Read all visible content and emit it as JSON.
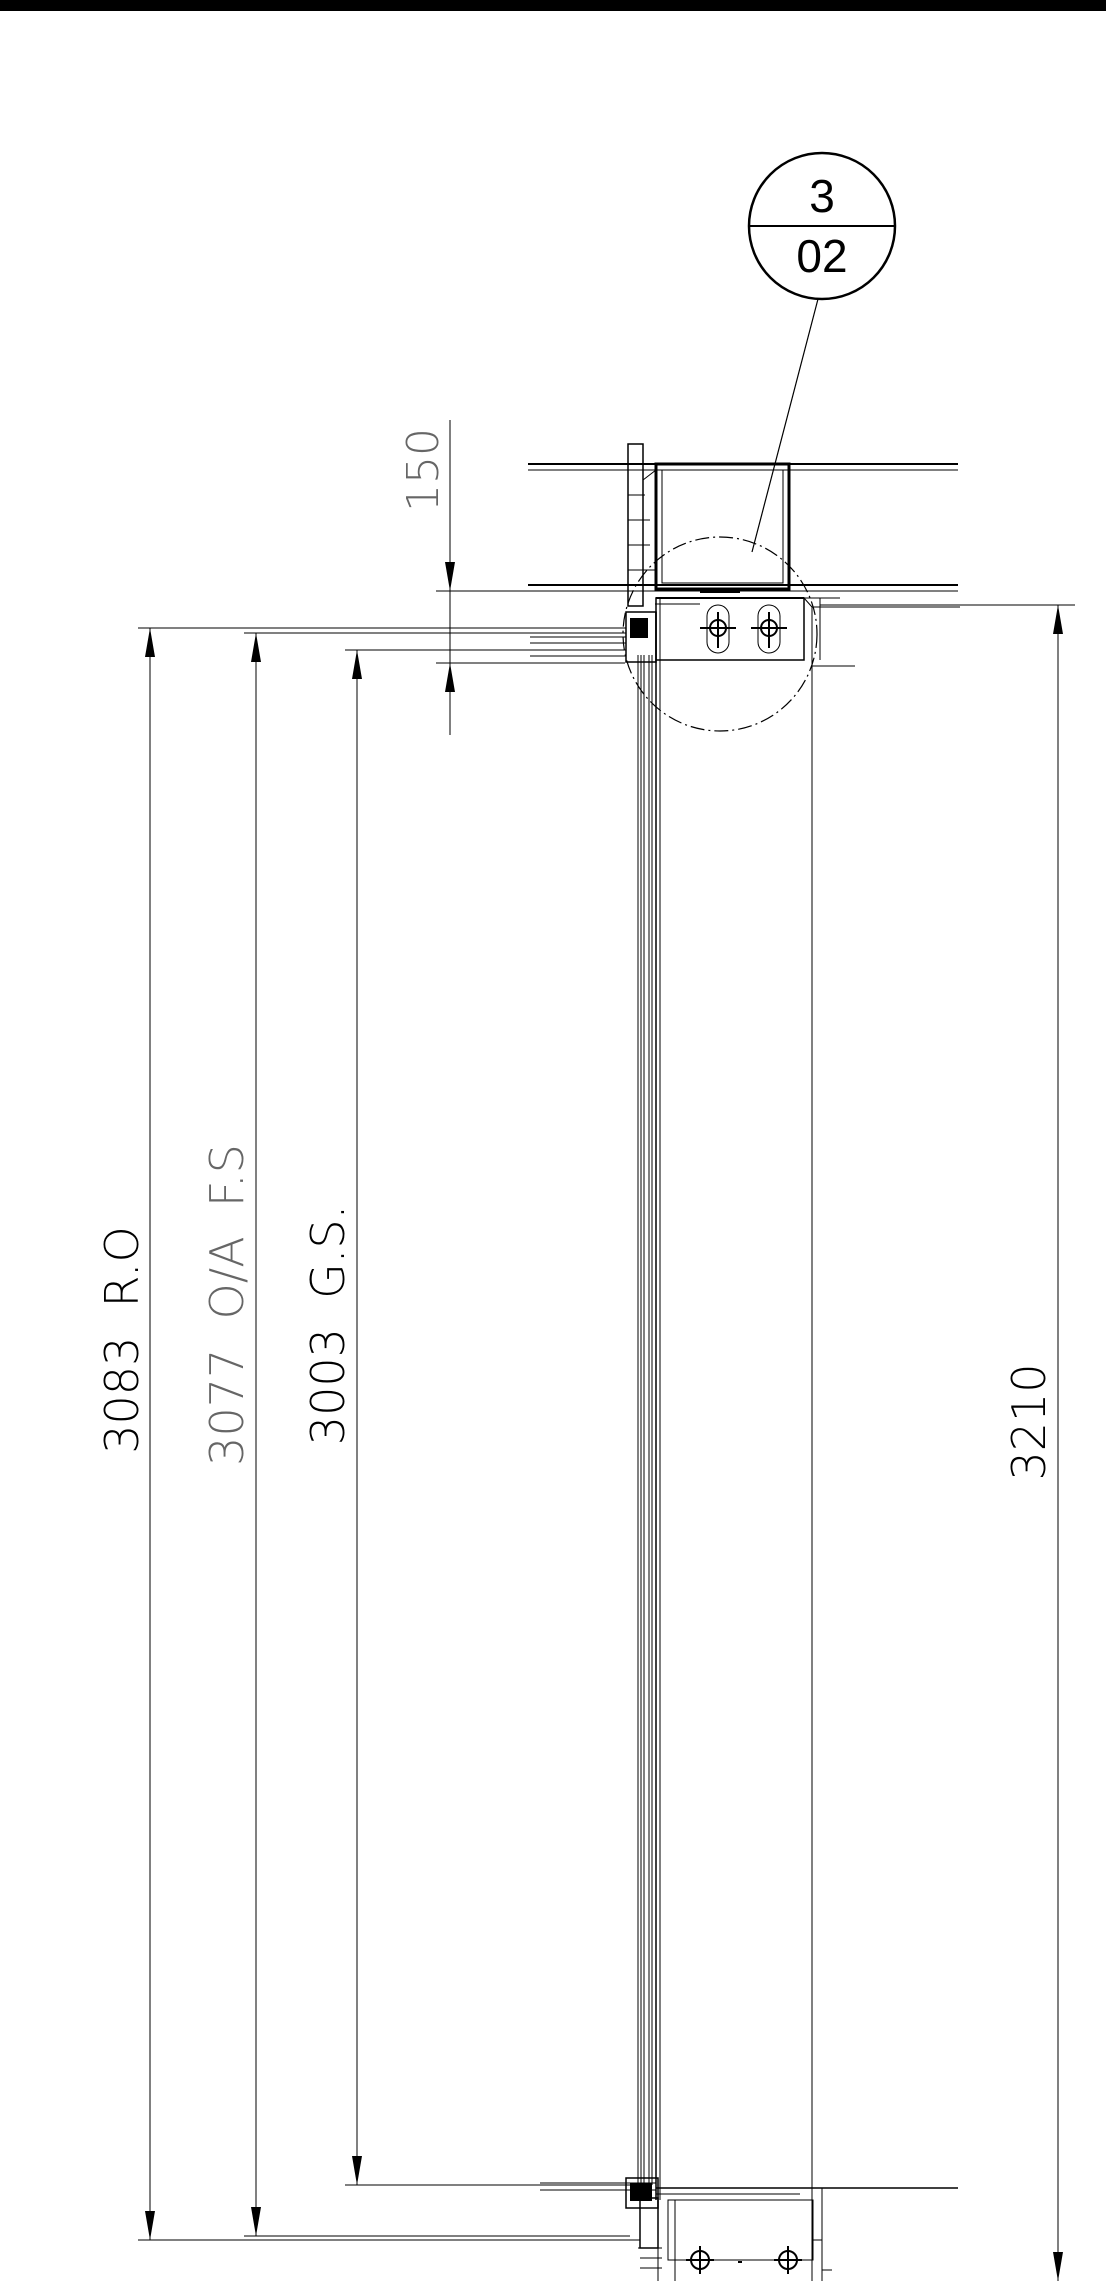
{
  "detail_callout": {
    "number": "3",
    "sheet": "02"
  },
  "dimensions": {
    "head_offset": "150",
    "rough_opening": "3083  R.O",
    "overall_frame_size": "3077  O/A  F.S",
    "glass_size": "3003  G.S.",
    "total_height": "3210"
  },
  "colors": {
    "line": "#000000",
    "secondary_text": "#666666"
  }
}
